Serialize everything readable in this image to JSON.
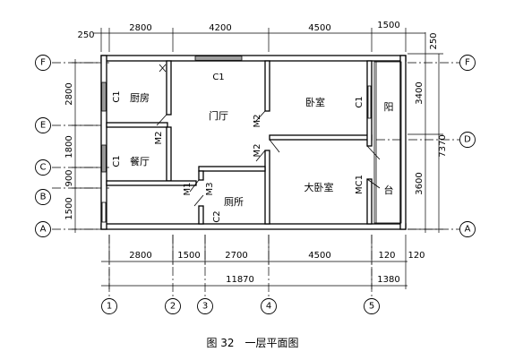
{
  "caption": "图 32　一层平面图",
  "rooms": {
    "kitchen": "厨房",
    "foyer": "门厅",
    "bedroom": "卧室",
    "balcony_top": "阳",
    "balcony_bottom": "台",
    "dining": "餐厅",
    "toilet": "厕所",
    "master_bedroom": "大卧室"
  },
  "openings": {
    "c1_top": "C1",
    "c1_kitchen": "C1",
    "c1_dining": "C1",
    "c1_bedroom": "C1",
    "m2_kitchen": "M2",
    "m2_foyer_upper": "M2",
    "m2_foyer_lower": "M2",
    "m1": "M1",
    "m3": "M3",
    "c2": "C2",
    "mc1": "MC1"
  },
  "axes_vertical": [
    "1",
    "2",
    "3",
    "4",
    "5"
  ],
  "axes_horizontal": {
    "f": "F",
    "e": "E",
    "d": "D",
    "c": "C",
    "b": "B",
    "a": "A"
  },
  "dims_top": [
    "250",
    "2800",
    "4200",
    "4500",
    "1500"
  ],
  "dims_bottom_row1": [
    "2800",
    "1500",
    "2700",
    "4500",
    "120",
    "120"
  ],
  "dims_bottom_row2": [
    "11870",
    "1380"
  ],
  "dims_left": [
    "2800",
    "1800",
    "900",
    "1500"
  ],
  "dims_right": [
    "250",
    "3400",
    "3600",
    "7370"
  ]
}
